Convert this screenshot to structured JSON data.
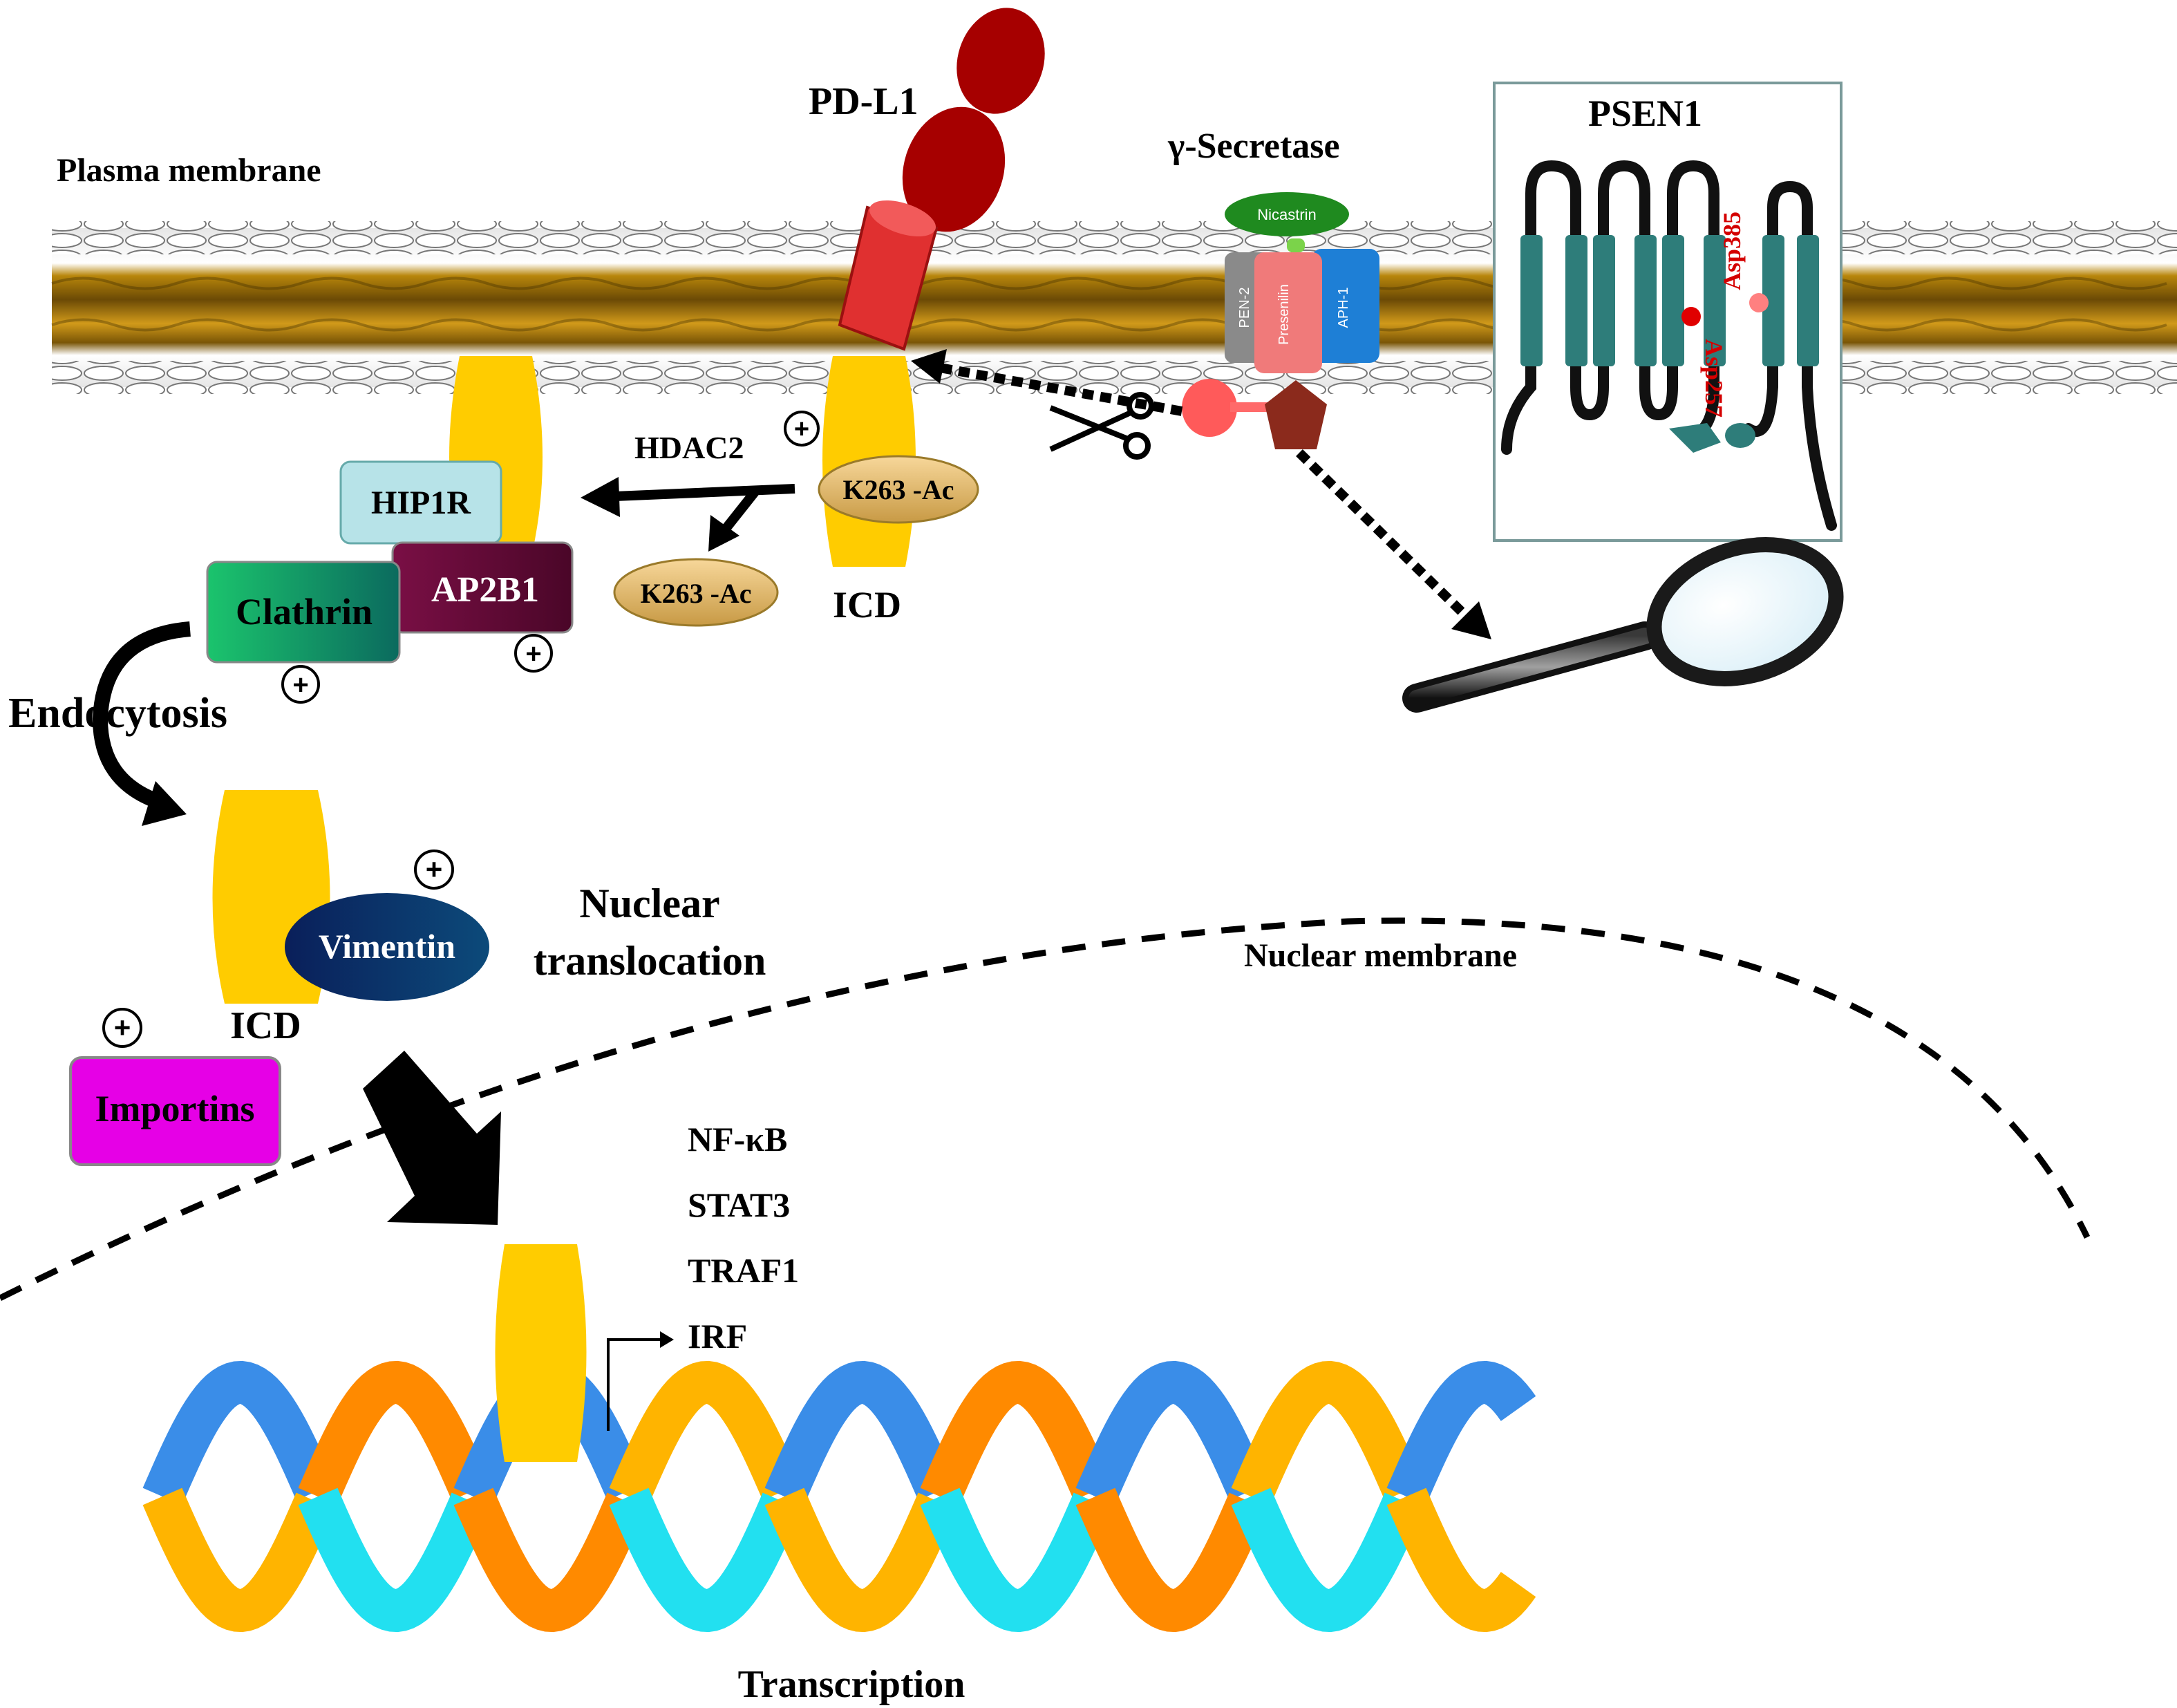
{
  "labels": {
    "plasma_membrane": "Plasma membrane",
    "pdl1": "PD-L1",
    "gamma_secretase": "γ-Secretase",
    "psen1": "PSEN1",
    "asp385": "Asp385",
    "asp257": "Asp257",
    "nicastrin": "Nicastrin",
    "pen2": "PEN-2",
    "presenilin": "Presenilin",
    "aph1": "APH-1",
    "hdac2": "HDAC2",
    "k263_ac_bound": "K263 -Ac",
    "k263_ac_free": "K263 -Ac",
    "icd_top": "ICD",
    "hip1r": "HIP1R",
    "ap2b1": "AP2B1",
    "clathrin": "Clathrin",
    "endocytosis": "Endocytosis",
    "vimentin": "Vimentin",
    "icd_mid": "ICD",
    "nuclear_translocation_1": "Nuclear",
    "nuclear_translocation_2": "translocation",
    "nuclear_membrane": "Nuclear membrane",
    "importins": "Importins",
    "genes": [
      "NF-κB",
      "STAT3",
      "TRAF1",
      "IRF"
    ],
    "transcription": "Transcription"
  },
  "colors": {
    "icd_yellow": "#FFCC00",
    "pdl1_red": "#A60000",
    "hip1r": "#B7E3E8",
    "ap2b1": "#6A0A3A",
    "clathrin": "#10B060",
    "vimentin": "#0B2A6E",
    "importins": "#E600E6",
    "psen1_teal": "#2E7D7A",
    "dna_blue": "#3A8DE8",
    "dna_orange": "#FF8A00",
    "dna_cyan": "#22E0F0",
    "dna_gold": "#FFB400"
  }
}
